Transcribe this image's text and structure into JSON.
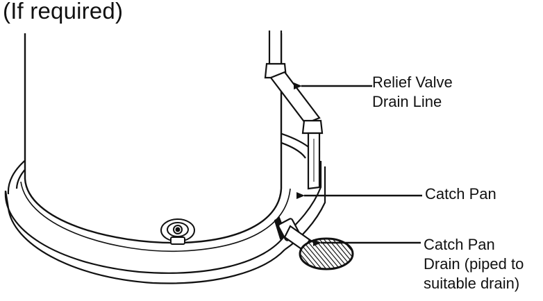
{
  "heading": "(If required)",
  "labels": {
    "relief_valve_line1": "Relief Valve",
    "relief_valve_line2": "Drain Line",
    "catch_pan": "Catch Pan",
    "catch_pan_drain_line1": "Catch Pan",
    "catch_pan_drain_line2": "Drain (piped to",
    "catch_pan_drain_line3": "suitable drain)"
  }
}
